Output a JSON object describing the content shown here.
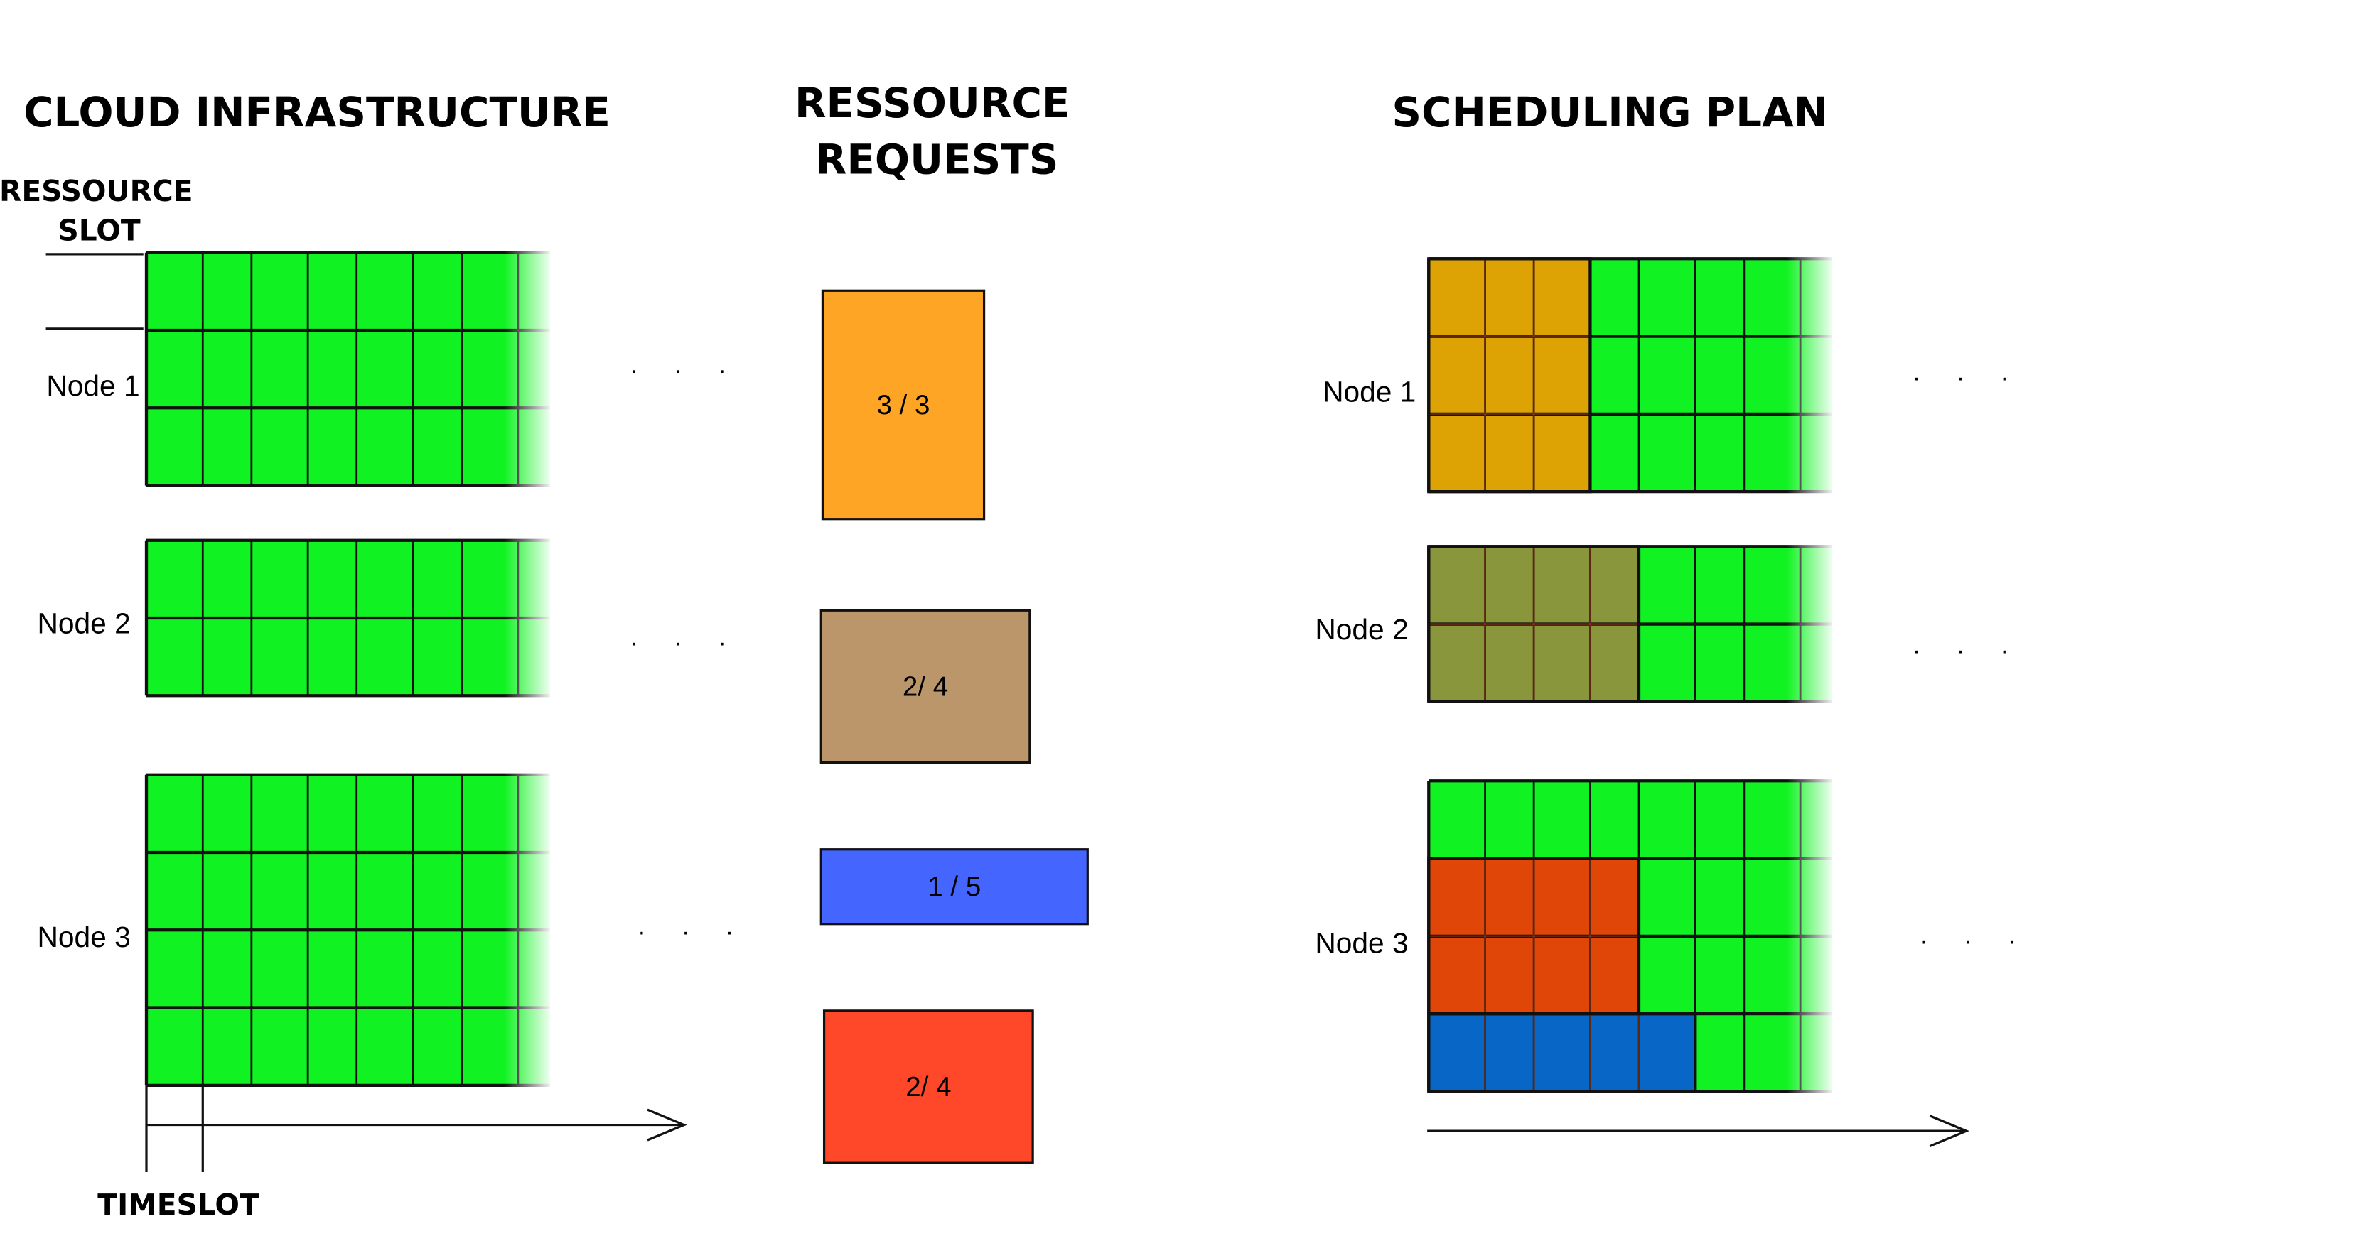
{
  "infrastructure": {
    "title": "CLOUD INFRASTRUCTURE",
    "slot_label": [
      "RESSOURCE",
      "SLOT"
    ],
    "timeslot_label": "TIMESLOT",
    "nodes": [
      {
        "label": "Node 1",
        "rows": 3
      },
      {
        "label": "Node 2",
        "rows": 2
      },
      {
        "label": "Node 3",
        "rows": 4
      }
    ],
    "ellipsis": ". . ."
  },
  "requests": {
    "title": [
      "RESSOURCE",
      "REQUESTS"
    ],
    "items": [
      {
        "label": "3 / 3",
        "slots": 3,
        "timeslots": 3,
        "color": "#FFA526"
      },
      {
        "label": "2/ 4",
        "slots": 2,
        "timeslots": 4,
        "color": "#BB966A"
      },
      {
        "label": "1 / 5",
        "slots": 1,
        "timeslots": 5,
        "color": "#4466FF"
      },
      {
        "label": "2/ 4",
        "slots": 2,
        "timeslots": 4,
        "color": "#FF4729"
      }
    ]
  },
  "schedule": {
    "title": "SCHEDULING PLAN",
    "nodes": [
      {
        "label": "Node 1",
        "rows": 3,
        "allocations": [
          {
            "row_start": 0,
            "rows": 3,
            "col_start": 0,
            "cols": 3,
            "color": "#DDA305"
          }
        ]
      },
      {
        "label": "Node 2",
        "rows": 2,
        "allocations": [
          {
            "row_start": 0,
            "rows": 2,
            "col_start": 0,
            "cols": 4,
            "color": "#8A963C"
          }
        ]
      },
      {
        "label": "Node 3",
        "rows": 4,
        "allocations": [
          {
            "row_start": 1,
            "rows": 2,
            "col_start": 0,
            "cols": 4,
            "color": "#DF4608"
          },
          {
            "row_start": 3,
            "rows": 1,
            "col_start": 0,
            "cols": 5,
            "color": "#0866C6"
          }
        ]
      }
    ],
    "ellipsis": ". . ."
  },
  "colors": {
    "free_slot": "#11F222",
    "grid_line": "#111111"
  }
}
